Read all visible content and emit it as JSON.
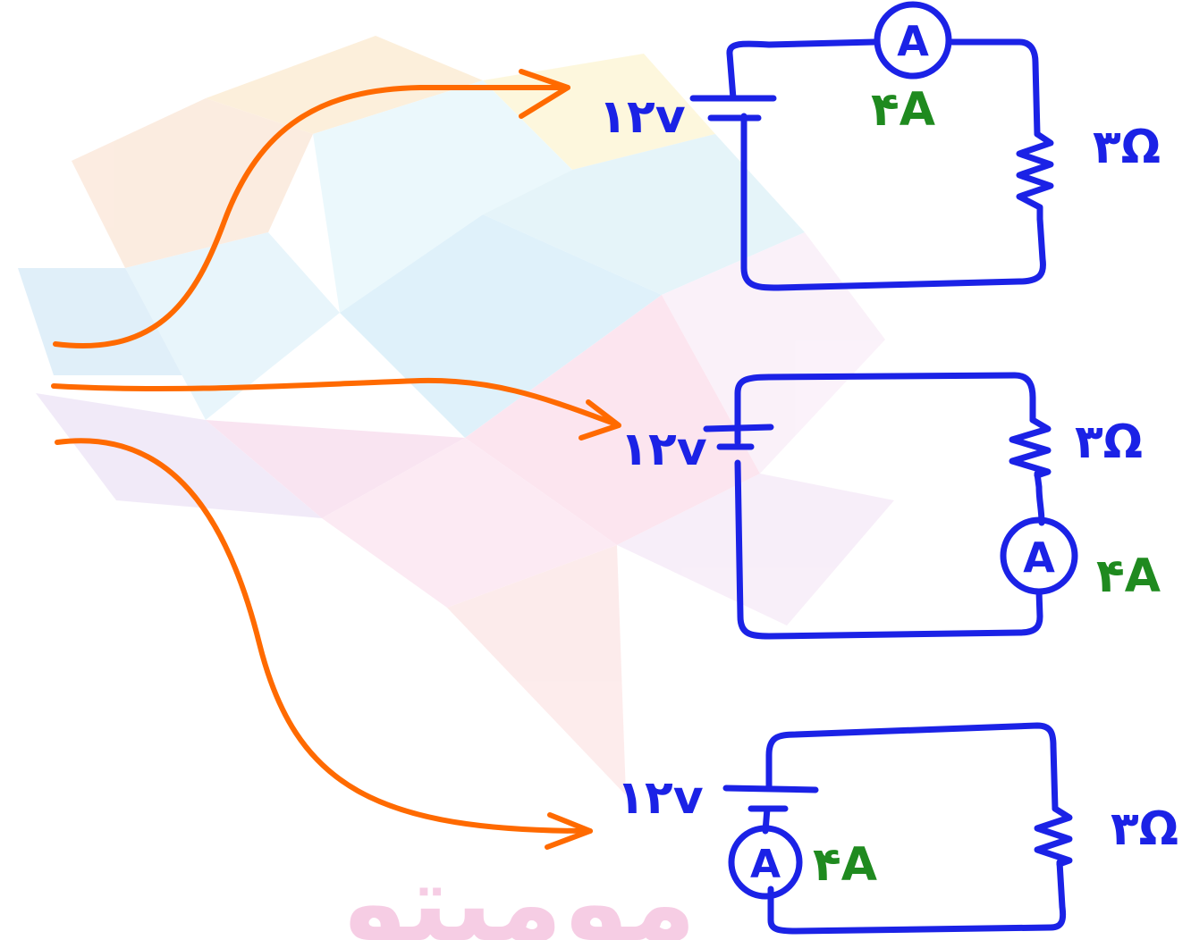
{
  "watermark": {
    "text": "ﻣﻮﻣﯿﺘﻮ"
  },
  "circuits": [
    {
      "id": "top",
      "voltage": "۱۲v",
      "resistance": "۳Ω",
      "ammeter_symbol": "A",
      "current": "۴A"
    },
    {
      "id": "middle",
      "voltage": "۱۲v",
      "resistance": "۳Ω",
      "ammeter_symbol": "A",
      "current": "۴A"
    },
    {
      "id": "bottom",
      "voltage": "۱۲v",
      "resistance": "۳Ω",
      "ammeter_symbol": "A",
      "current": "۴A"
    }
  ],
  "colors": {
    "wire": "#1b22e6",
    "current_label": "#1f8a1f",
    "arrow": "#ff6a00"
  }
}
